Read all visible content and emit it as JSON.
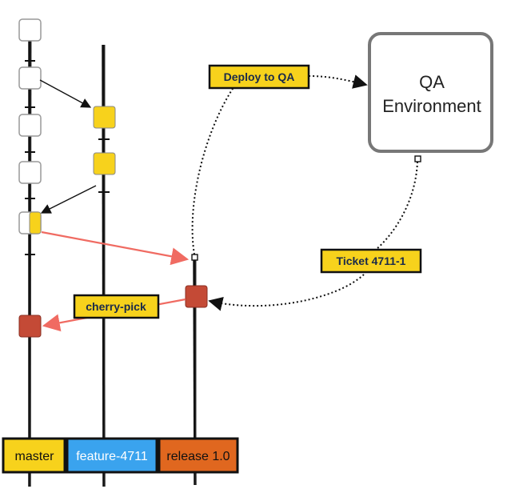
{
  "callouts": {
    "deploy": "Deploy to QA",
    "ticket": "Ticket 4711-1",
    "cherry_pick": "cherry-pick"
  },
  "environment": {
    "line1": "QA",
    "line2": "Environment"
  },
  "branches": {
    "master": "master",
    "feature": "feature-4711",
    "release": "release 1.0"
  },
  "colors": {
    "master": "#f7d21c",
    "feature": "#3aa3ee",
    "release": "#e0671f",
    "feature_commit": "#f7d21c",
    "release_commit": "#c44a36",
    "master_commit": "#ffffff",
    "merge_arrow": "#f06b62"
  }
}
